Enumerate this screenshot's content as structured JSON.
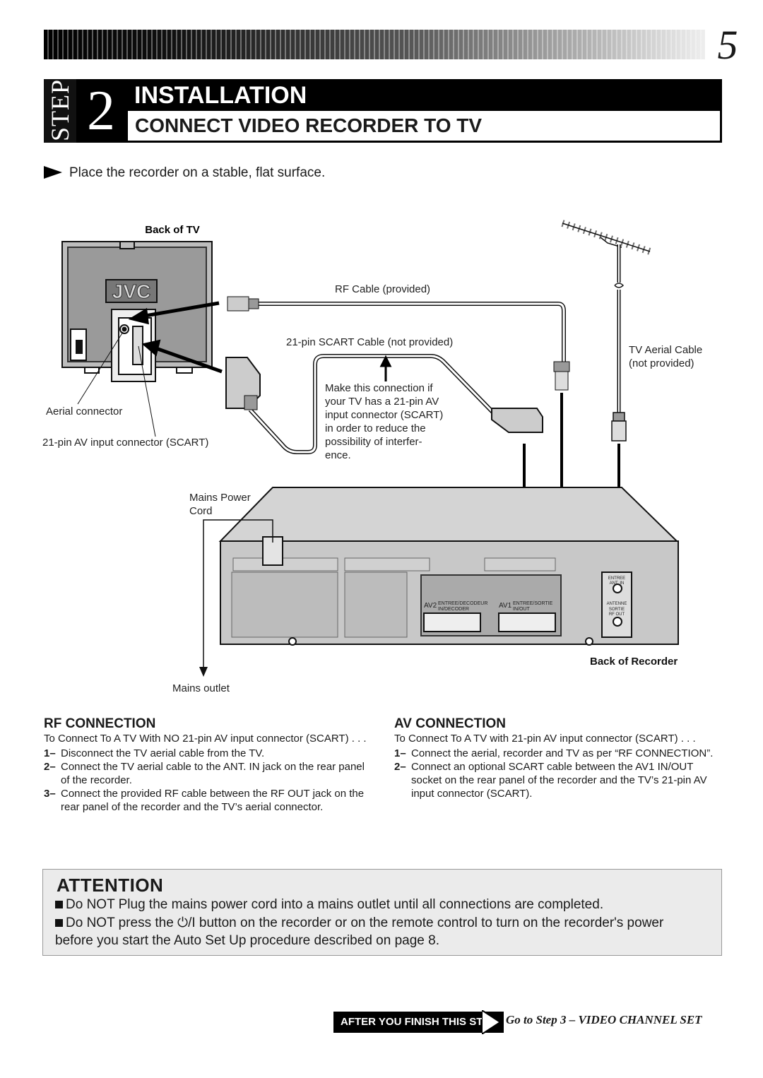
{
  "page": {
    "number": "5"
  },
  "header": {
    "step_word": "STEP",
    "step_number": "2",
    "title": "INSTALLATION",
    "subtitle": "CONNECT VIDEO RECORDER TO TV"
  },
  "intro": "Place the recorder on a stable, flat surface.",
  "diagram": {
    "back_of_tv": "Back of TV",
    "tv_brand": "JVC",
    "rf_cable": "RF Cable (provided)",
    "scart_cable": "21-pin SCART Cable (not provided)",
    "aerial_cable_1": "TV Aerial Cable",
    "aerial_cable_2": "(not provided)",
    "note": [
      "Make this connection if",
      "your TV has a 21-pin AV",
      "input connector (SCART)",
      "in order to reduce the",
      "possibility of interfer-",
      "ence."
    ],
    "aerial_connector": "Aerial connector",
    "av_input": "21-pin AV input connector (SCART)",
    "mains_power_1": "Mains Power",
    "mains_power_2": "Cord",
    "mains_outlet": "Mains outlet",
    "back_of_recorder": "Back of Recorder",
    "av2_label": "AV2",
    "av2_sub_1": "ENTREE/DECODEUR",
    "av2_sub_2": "IN/DECODER",
    "av1_label": "AV1",
    "av1_sub_1": "ENTREE/SORTIE",
    "av1_sub_2": "IN/OUT",
    "ant_entree": "ENTREE",
    "ant_in": "ANT. IN",
    "antenne": "ANTENNE",
    "sortie": "SORTIE",
    "rf_out": "RF OUT"
  },
  "rf": {
    "title": "RF CONNECTION",
    "intro": "To Connect To A TV With NO 21-pin AV input connector (SCART) . . .",
    "steps": [
      {
        "n": "1–",
        "text": "Disconnect the TV aerial cable from the TV."
      },
      {
        "n": "2–",
        "text": "Connect the TV aerial cable to the ANT. IN jack on the rear panel of the recorder."
      },
      {
        "n": "3–",
        "text": "Connect the provided RF cable between the RF OUT jack on the rear panel of the recorder and the TV’s aerial connector."
      }
    ]
  },
  "av": {
    "title": "AV CONNECTION",
    "intro": "To Connect To A TV with 21-pin AV input connector (SCART) . . .",
    "steps": [
      {
        "n": "1–",
        "text": "Connect the aerial, recorder and TV as per “RF CONNECTION”."
      },
      {
        "n": "2–",
        "text": "Connect an optional SCART cable between the AV1 IN/OUT socket on the rear panel of the recorder and the TV’s 21-pin AV input connector (SCART)."
      }
    ]
  },
  "attention": {
    "title": "ATTENTION",
    "line1": "Do NOT Plug the mains power cord into a mains outlet until all connections are completed.",
    "line2a": "Do NOT press the",
    "power_symbol": "⏻/I",
    "line2b": "button on the recorder or on the remote control to turn on the recorder's power before you start the Auto Set Up procedure described on page 8."
  },
  "footer": {
    "after_button": "AFTER YOU FINISH THIS STEP",
    "goto": "Go to Step 3 – VIDEO CHANNEL SET"
  }
}
